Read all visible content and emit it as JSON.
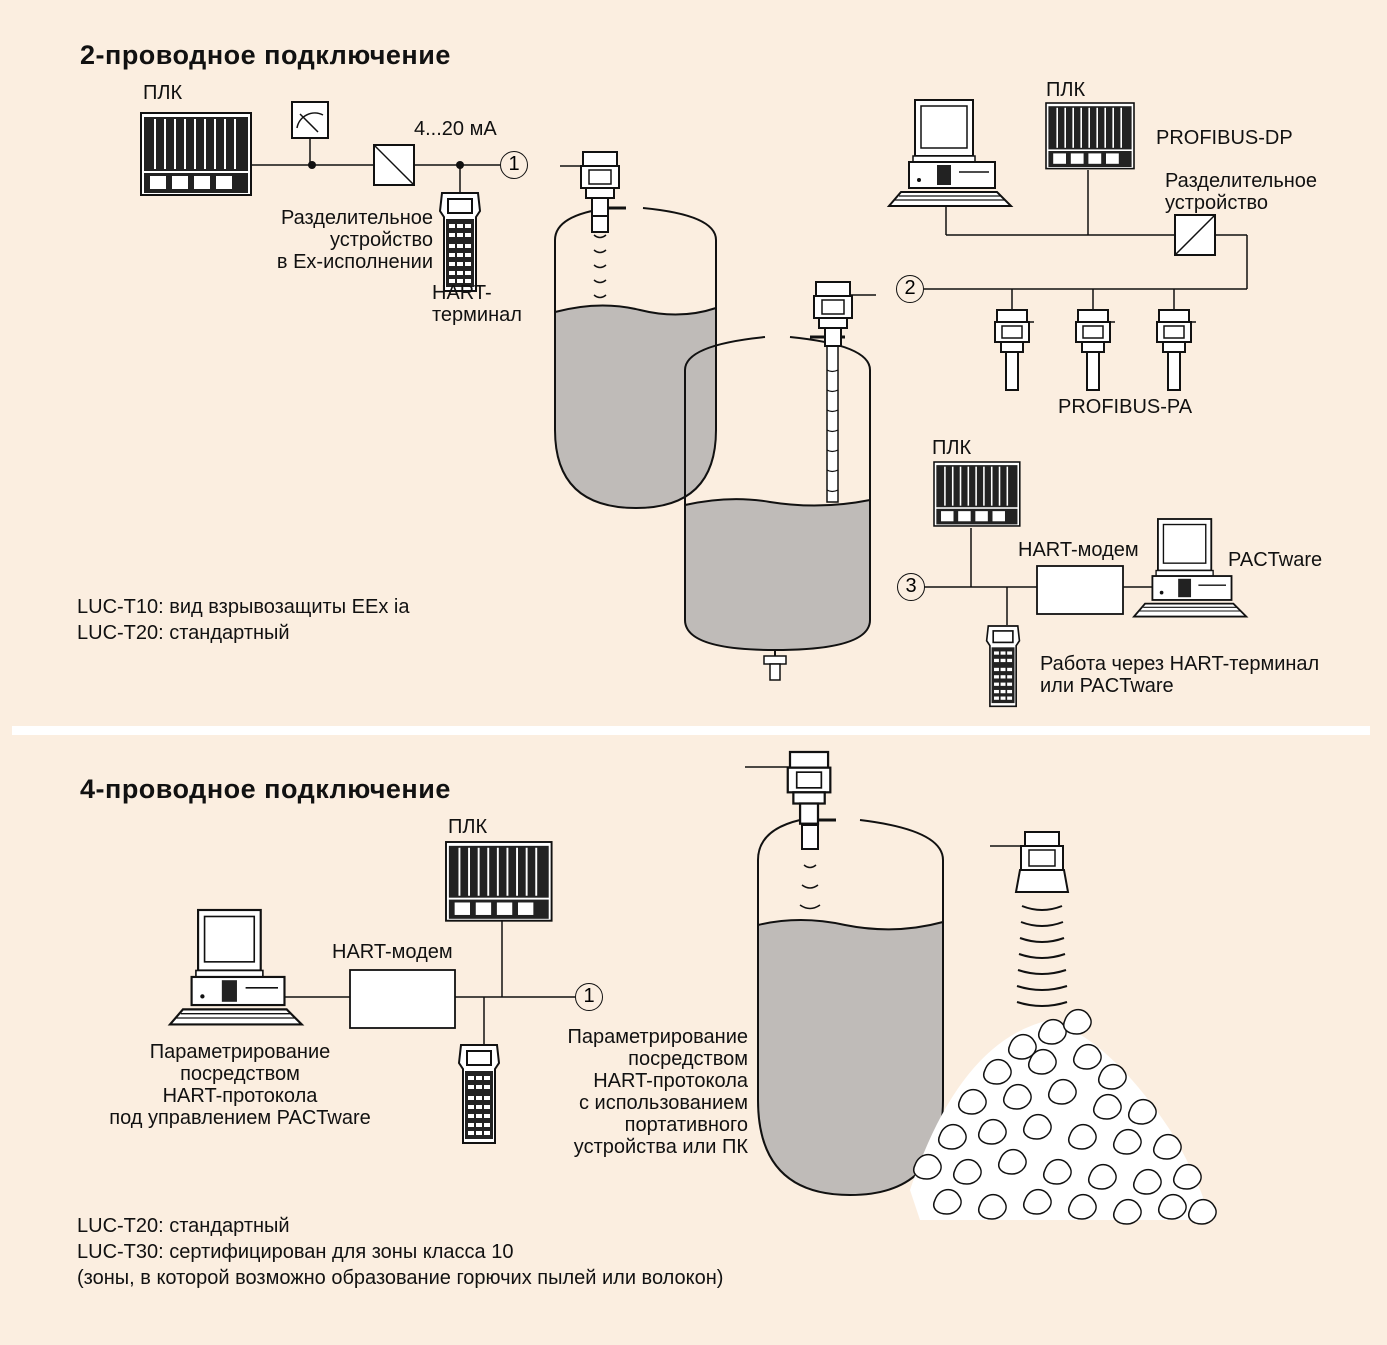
{
  "section1": {
    "title": "2-проводное подключение",
    "plc_label": "ПЛК",
    "current_label": "4...20 мА",
    "isolator_label": "Разделительное\nустройство\nв Ex-исполнении",
    "hart_terminal_label": "HART-\nтерминал",
    "variant_lines": [
      "LUC-T10: вид взрывозащиты EEx ia",
      "LUC-T20: стандартный"
    ],
    "marker_1": "1",
    "marker_2": "2",
    "marker_3": "3",
    "plc2_label": "ПЛК",
    "profibus_dp_label": "PROFIBUS-DP",
    "divider_label": "Разделительное\nустройство",
    "profibus_pa_label": "PROFIBUS-PA",
    "plc3_label": "ПЛК",
    "hart_modem_label": "HART-модем",
    "pactware_label": "PACTware",
    "operation_label": "Работа через HART-терминал\nили PACTware"
  },
  "section2": {
    "title": "4-проводное подключение",
    "plc_label": "ПЛК",
    "hart_modem_label": "HART-модем",
    "marker_1": "1",
    "pc_param_label": "Параметрирование\nпосредством\nHART-протокола\nпод управлением PACTware",
    "device_param_label": "Параметрирование\nпосредством\nHART-протокола\nс использованием\nпортативного\nустройства или ПК",
    "variant_lines": [
      "LUC-T20: стандартный",
      "LUC-T30: сертифицирован для зоны класса 10",
      "(зоны, в которой возможно образование горючих пылей или волокон)"
    ]
  },
  "colors": {
    "background": "#fbeee0",
    "liquid": "#bfbbb8",
    "line": "#111111",
    "divider": "#ffffff"
  }
}
